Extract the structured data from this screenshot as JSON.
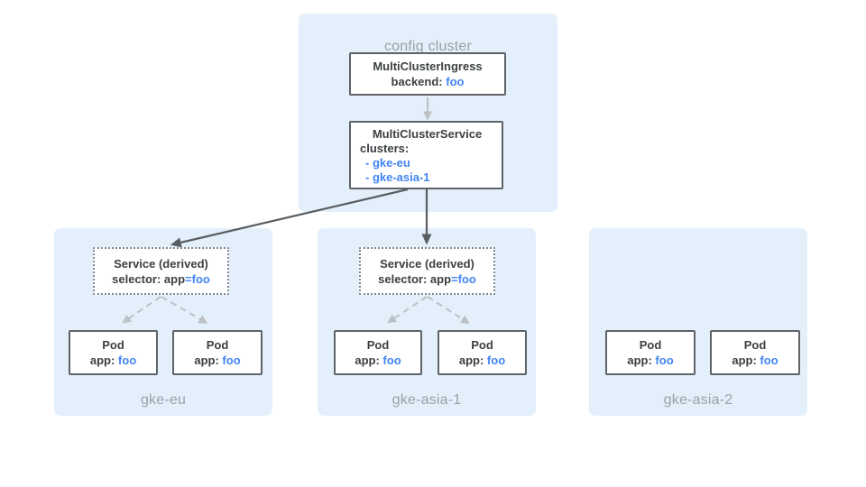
{
  "colors": {
    "panel_bg": "#E3F0FB",
    "box_bg": "#FFFFFF",
    "box_border": "#5F6368",
    "dotted_border": "#80868B",
    "text_dark": "#3C4043",
    "text_blue": "#4285F4",
    "text_gray": "#9AA0A6",
    "arrow_dark": "#5A5E63",
    "arrow_light": "#BDC1C6"
  },
  "config_cluster": {
    "label": "config cluster",
    "ingress_box": {
      "title": "MultiClusterIngress",
      "backend_label": "backend: ",
      "backend_value": "foo"
    },
    "service_box": {
      "title": "MultiClusterService",
      "clusters_label": "clusters:",
      "cluster_refs": [
        {
          "text": "- gke-eu"
        },
        {
          "text": "- gke-asia-1"
        }
      ]
    }
  },
  "clusters": [
    {
      "label": "gke-eu",
      "service": {
        "title": "Service (derived)",
        "selector_label": "selector: app",
        "selector_value": "=foo"
      },
      "pods": [
        {
          "title": "Pod",
          "app_label": "app: ",
          "app_value": "foo"
        },
        {
          "title": "Pod",
          "app_label": "app: ",
          "app_value": "foo"
        }
      ]
    },
    {
      "label": "gke-asia-1",
      "service": {
        "title": "Service (derived)",
        "selector_label": "selector: app",
        "selector_value": "=foo"
      },
      "pods": [
        {
          "title": "Pod",
          "app_label": "app: ",
          "app_value": "foo"
        },
        {
          "title": "Pod",
          "app_label": "app: ",
          "app_value": "foo"
        }
      ]
    },
    {
      "label": "gke-asia-2",
      "pods": [
        {
          "title": "Pod",
          "app_label": "app: ",
          "app_value": "foo"
        },
        {
          "title": "Pod",
          "app_label": "app: ",
          "app_value": "foo"
        }
      ]
    }
  ]
}
